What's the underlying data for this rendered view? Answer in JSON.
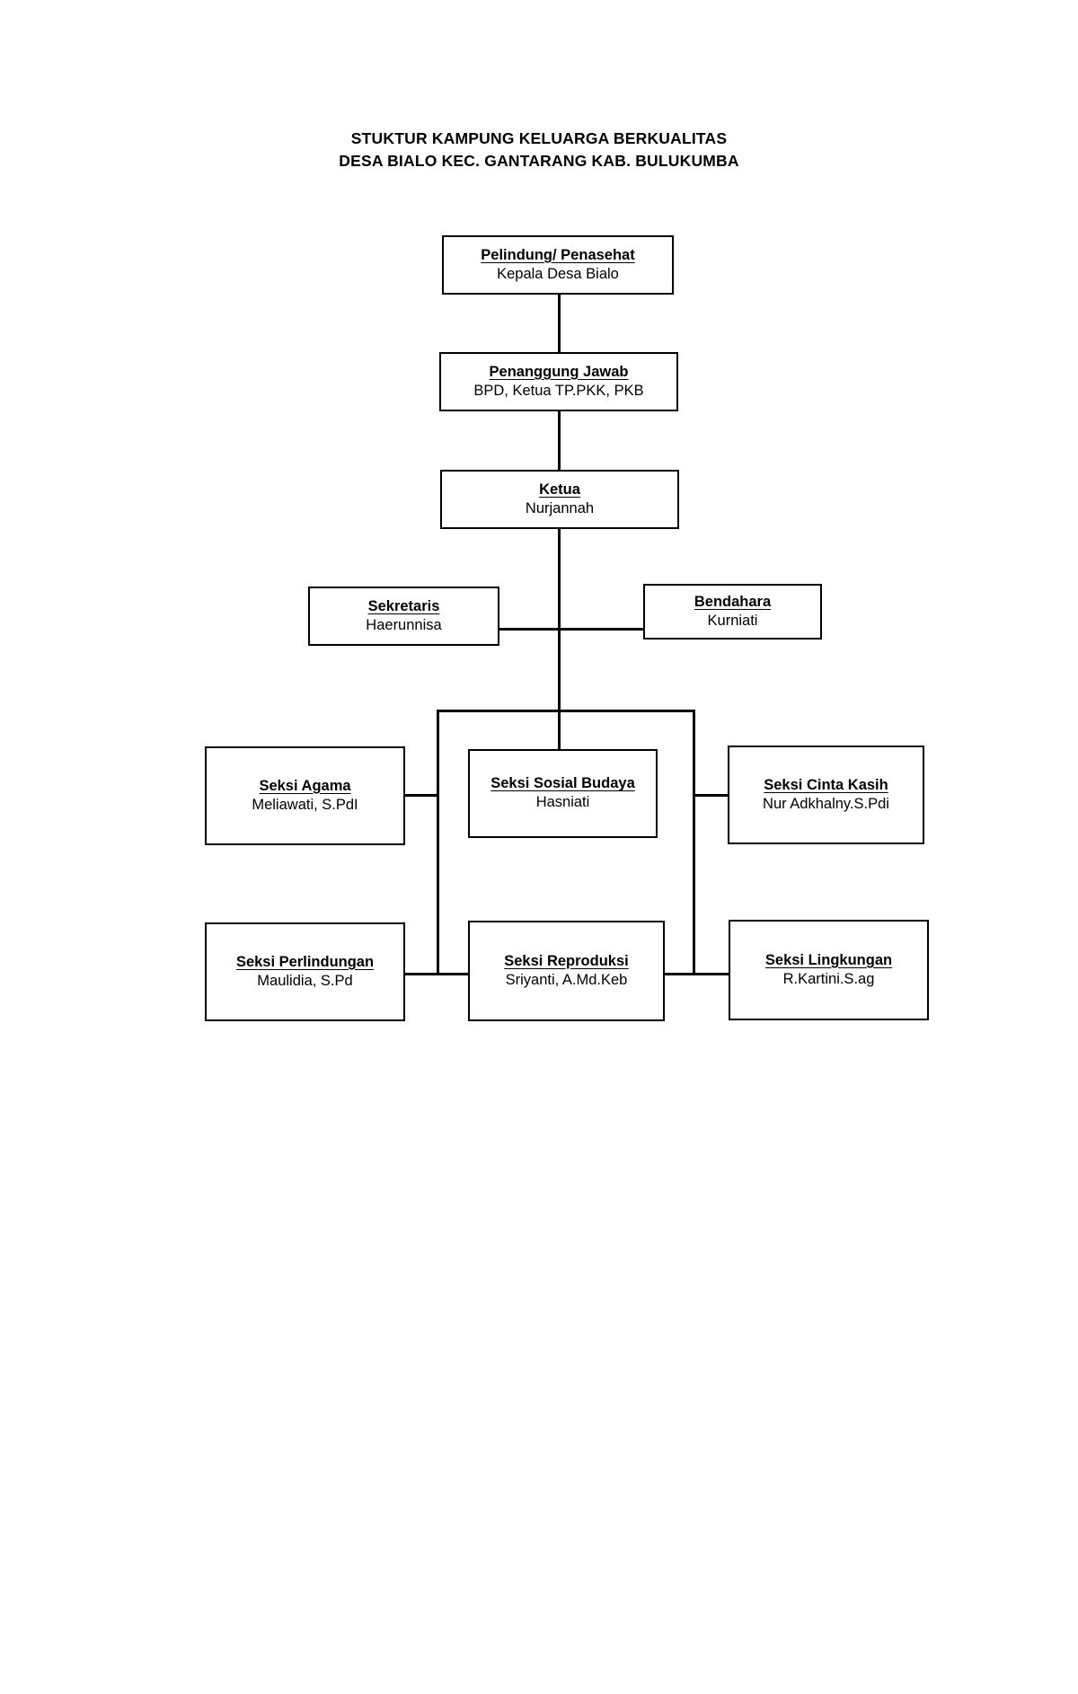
{
  "title": {
    "line1": "STUKTUR KAMPUNG KELUARGA BERKUALITAS",
    "line2": "DESA BIALO KEC. GANTARANG KAB. BULUKUMBA"
  },
  "chart_data": {
    "type": "diagram",
    "diagram_type": "organizational-chart",
    "orientation": "top-down",
    "levels": 5,
    "node_count": 9,
    "nodes": [
      {
        "id": "pelindung",
        "role": "Pelindung/ Penasehat",
        "person": "Kepala Desa Bialo",
        "level": 1
      },
      {
        "id": "penanggung",
        "role": "Penanggung Jawab",
        "person": "BPD, Ketua TP.PKK, PKB",
        "level": 2
      },
      {
        "id": "ketua",
        "role": "Ketua",
        "person": "Nurjannah",
        "level": 3
      },
      {
        "id": "sekretaris",
        "role": "Sekretaris",
        "person": "Haerunnisa",
        "level": 4
      },
      {
        "id": "bendahara",
        "role": "Bendahara",
        "person": "Kurniati",
        "level": 4
      },
      {
        "id": "agama",
        "role": "Seksi Agama",
        "person": "Meliawati, S.PdI",
        "level": 5
      },
      {
        "id": "sosial",
        "role": "Seksi Sosial Budaya",
        "person": "Hasniati",
        "level": 5
      },
      {
        "id": "cinta",
        "role": "Seksi Cinta Kasih",
        "person": "Nur Adkhalny.S.Pdi",
        "level": 5
      },
      {
        "id": "perlindungan",
        "role": "Seksi Perlindungan",
        "person": "Maulidia, S.Pd",
        "level": 5
      },
      {
        "id": "reproduksi",
        "role": "Seksi Reproduksi",
        "person": "Sriyanti, A.Md.Keb",
        "level": 5
      },
      {
        "id": "lingkungan",
        "role": "Seksi Lingkungan",
        "person": "R.Kartini.S.ag",
        "level": 5
      }
    ],
    "edges": [
      {
        "from": "pelindung",
        "to": "penanggung"
      },
      {
        "from": "penanggung",
        "to": "ketua"
      },
      {
        "from": "ketua",
        "to": "sekretaris"
      },
      {
        "from": "ketua",
        "to": "bendahara"
      },
      {
        "from": "ketua",
        "to": "agama"
      },
      {
        "from": "ketua",
        "to": "sosial"
      },
      {
        "from": "ketua",
        "to": "cinta"
      },
      {
        "from": "ketua",
        "to": "perlindungan"
      },
      {
        "from": "ketua",
        "to": "reproduksi"
      },
      {
        "from": "ketua",
        "to": "lingkungan"
      }
    ],
    "colors": {
      "box_border": "#000000",
      "background": "#ffffff",
      "text": "#000000"
    }
  }
}
